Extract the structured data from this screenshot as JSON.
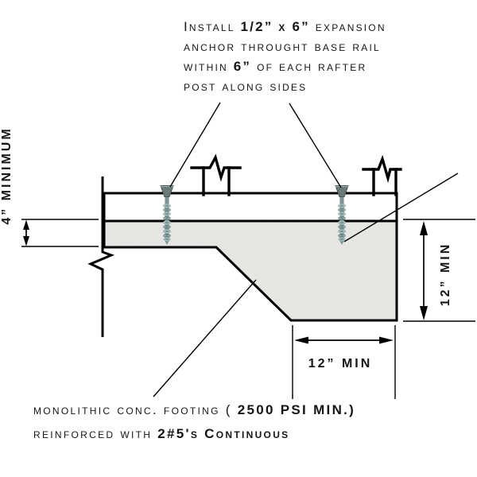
{
  "drawing": {
    "top_note": {
      "l1_pre": "Install ",
      "l1_size": "1/2” x 6”",
      "l1_post": " expansion",
      "l2": "anchor throught base rail",
      "l3_pre": "within ",
      "l3_size": "6”",
      "l3_post": " of each rafter",
      "l4": "post along sides"
    },
    "dims": {
      "left_vertical": "4” MINIMUM",
      "right_vertical": "12” MIN",
      "bottom_horizontal": "12” MIN"
    },
    "footing_note": {
      "l1_pre": "monolithic conc. footing ( ",
      "l1_bold": "2500 PSI MIN.)",
      "l2_pre": "reinforced with ",
      "l2_bold": "2#5's Continuous"
    },
    "colors": {
      "base_rail_fill": "#c6c6c6",
      "concrete_fill": "#eae8e5",
      "linework": "#000000",
      "anchor_steel": "#7e9393",
      "anchor_head": "#68797a"
    }
  }
}
